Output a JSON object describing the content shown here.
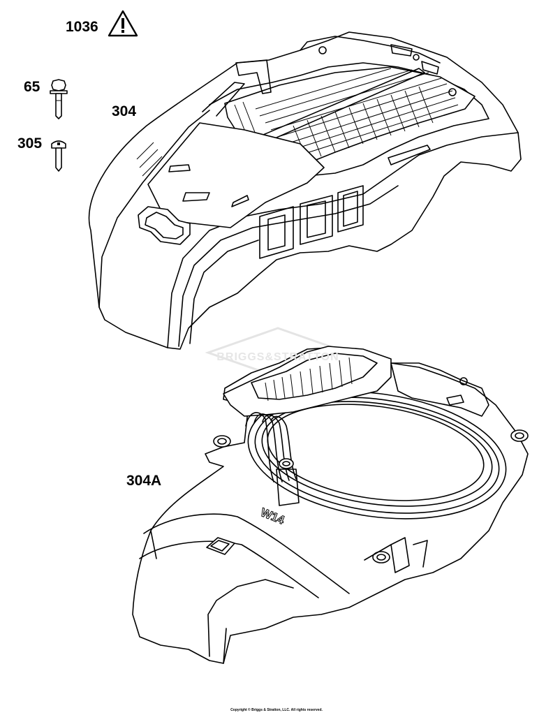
{
  "diagram": {
    "callouts": {
      "warning": "1036",
      "bolt": "65",
      "cover": "304",
      "screw": "305",
      "housing": "304A"
    },
    "housing_mark": "W14",
    "watermark": "BRIGGS&STRATTON",
    "copyright": "Copyright © Briggs & Stratton, LLC. All rights reserved."
  },
  "icons": {
    "warning": "warning-triangle-icon"
  }
}
